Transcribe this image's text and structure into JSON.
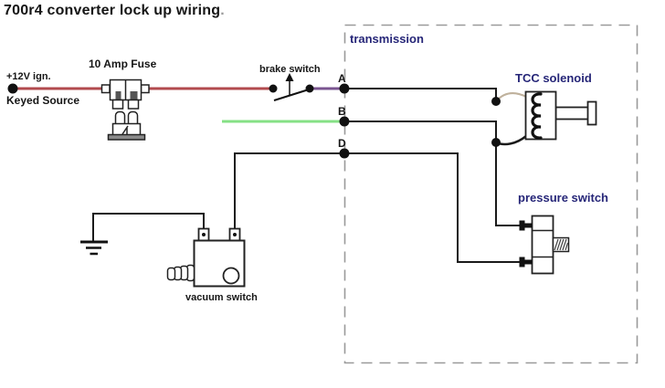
{
  "title": "700r4 converter lock up wiring",
  "title_period": ".",
  "colors": {
    "wire_red": "#b24a4e",
    "wire_green": "#85e085",
    "wire_purple": "#7a5490",
    "wire_black": "#1a1a1a",
    "solenoid_lead_tan": "#bfb19c",
    "label_navy": "#262678",
    "dashed_border": "#9a9a9a",
    "fuse_slot_grey": "#555555",
    "fuse_base_grey": "#8a8a8a"
  },
  "source": {
    "line1": "+12V ign.",
    "line2": "Keyed Source"
  },
  "fuse": {
    "label": "10 Amp Fuse"
  },
  "brake_switch": {
    "label": "brake switch"
  },
  "transmission": {
    "label": "transmission",
    "pins": [
      {
        "label": "A"
      },
      {
        "label": "B"
      },
      {
        "label": "D"
      }
    ]
  },
  "tcc_solenoid": {
    "label": "TCC solenoid"
  },
  "pressure_switch": {
    "label": "pressure switch"
  },
  "vacuum_switch": {
    "label": "vacuum switch"
  }
}
